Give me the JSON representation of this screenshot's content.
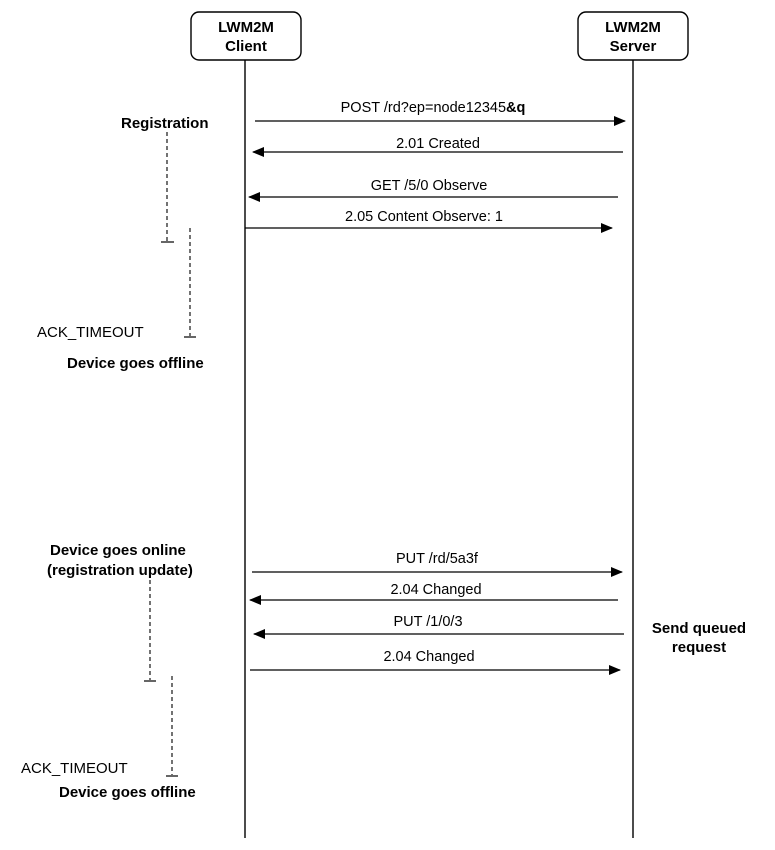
{
  "participants": [
    {
      "line1": "LWM2M",
      "line2": "Client"
    },
    {
      "line1": "LWM2M",
      "line2": "Server"
    }
  ],
  "messages": [
    {
      "label": "POST /rd?ep=node12345",
      "label_bold": "&q",
      "direction": "client-to-server"
    },
    {
      "label": "2.01 Created",
      "label_bold": "",
      "direction": "server-to-client"
    },
    {
      "label": "GET /5/0 Observe",
      "label_bold": "",
      "direction": "server-to-client"
    },
    {
      "label": "2.05 Content Observe: 1",
      "label_bold": "",
      "direction": "client-to-server"
    },
    {
      "label": "PUT /rd/5a3f",
      "label_bold": "",
      "direction": "client-to-server"
    },
    {
      "label": "2.04 Changed",
      "label_bold": "",
      "direction": "server-to-client"
    },
    {
      "label": "PUT /1/0/3",
      "label_bold": "",
      "direction": "server-to-client"
    },
    {
      "label": "2.04 Changed",
      "label_bold": "",
      "direction": "client-to-server"
    }
  ],
  "notes": {
    "registration": "Registration",
    "ack_timeout_1": "ACK_TIMEOUT",
    "offline_1": "Device goes offline",
    "online_line1": "Device goes online",
    "online_line2": "(registration update)",
    "ack_timeout_2": "ACK_TIMEOUT",
    "offline_2": "Device goes offline",
    "queued_line1": "Send queued",
    "queued_line2": "request"
  }
}
